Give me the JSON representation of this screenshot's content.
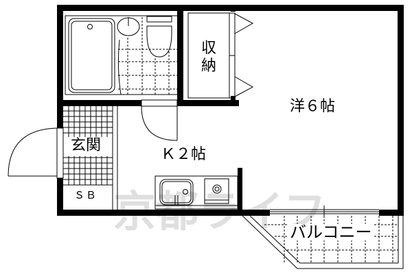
{
  "floor_plan": {
    "rooms": {
      "western_room": {
        "label": "洋６帖"
      },
      "kitchen": {
        "label": "Ｋ２帖"
      },
      "storage": {
        "label_line1": "収",
        "label_line2": "納"
      },
      "entrance": {
        "label": "玄関"
      },
      "shoe_box": {
        "label": "ＳＢ"
      },
      "balcony": {
        "label": "バルコニー"
      }
    },
    "watermark": {
      "text": "京都ライフ",
      "color": "#d9d9d9"
    },
    "colors": {
      "wall": "#000000",
      "background": "#ffffff",
      "line": "#000000"
    }
  }
}
